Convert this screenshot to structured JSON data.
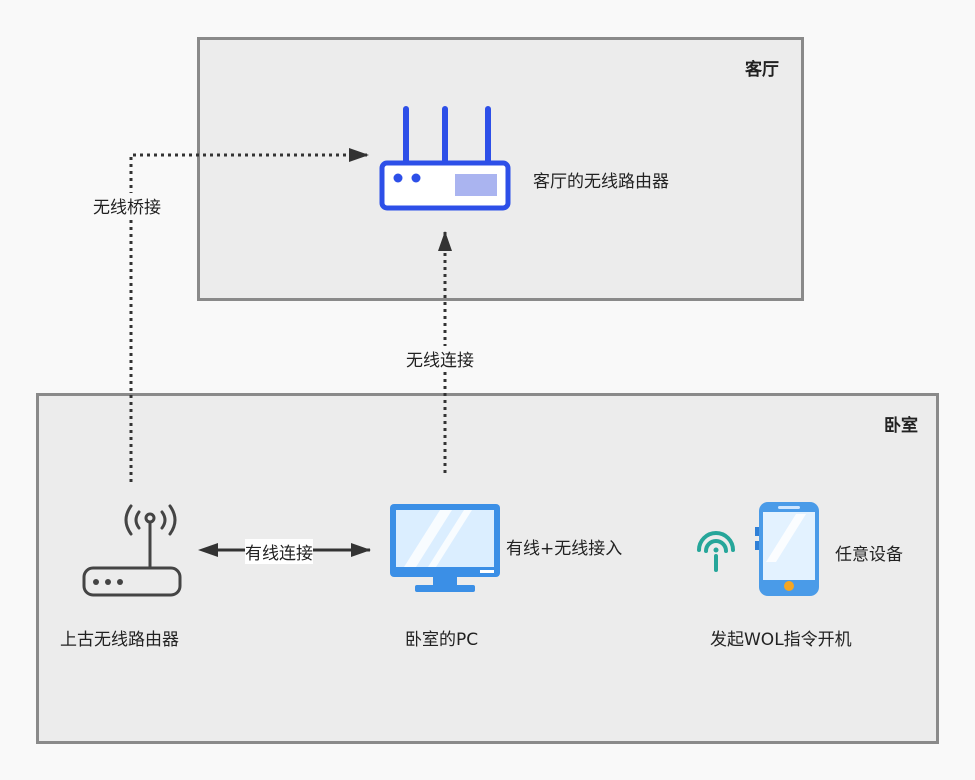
{
  "rooms": {
    "living_room": "客厅",
    "bedroom": "卧室"
  },
  "nodes": {
    "living_router": "客厅的无线路由器",
    "bedroom_router": "上古无线路由器",
    "pc": "卧室的PC",
    "pc_note": "有线+无线接入",
    "device": "任意设备",
    "device_action": "发起WOL指令开机"
  },
  "edges": {
    "wireless_bridge": "无线桥接",
    "wireless_connection": "无线连接",
    "wired_connection": "有线连接"
  },
  "colors": {
    "router_blue": "#2d4fe8",
    "pc_blue": "#3b8fe6",
    "phone_blue": "#4a9be8",
    "wifi_teal": "#26a69a"
  }
}
